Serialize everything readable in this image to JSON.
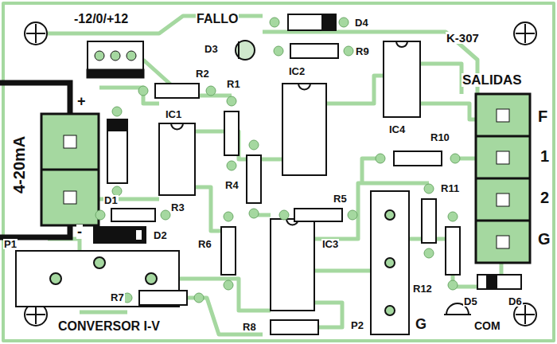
{
  "diagram": {
    "labels": [
      "-12/0/+12",
      "FALLO",
      "D4",
      "D3",
      "R9",
      "K-307",
      "SALIDAS",
      "F",
      "1",
      "2",
      "G",
      "+",
      "4-20mA",
      "R2",
      "R1",
      "IC2",
      "IC1",
      "IC4",
      "R10",
      "R4",
      "-",
      "D1",
      "R3",
      "R5",
      "R11",
      "D2",
      "R6",
      "IC3",
      "P1",
      "R7",
      "R12",
      "D5",
      "D6",
      "CONVERSOR I-V",
      "R8",
      "P2",
      "G",
      "COM"
    ]
  }
}
